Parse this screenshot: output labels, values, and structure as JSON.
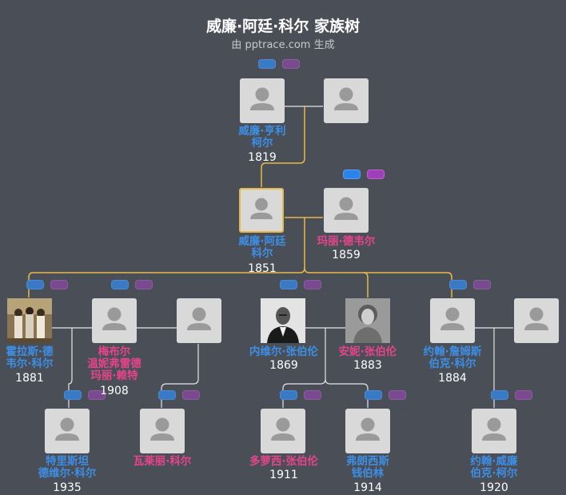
{
  "header": {
    "title": "威廉·阿廷·科尔 家族树",
    "subtitle": "由 pptrace.com 生成"
  },
  "people": {
    "william_henry": {
      "name1": "威廉·亨利",
      "name2": "柯尔",
      "year": "1819"
    },
    "william_atting": {
      "name1": "威廉·阿廷",
      "name2": "科尔",
      "year": "1851"
    },
    "mary_devere": {
      "name1": "玛丽·德韦尔",
      "year": "1859"
    },
    "horace": {
      "name1": "霍拉斯·德",
      "name2": "韦尔·科尔",
      "year": "1881"
    },
    "mabel": {
      "name1": "梅布尔",
      "name2": "温妮弗雷德",
      "name3": "玛丽·赖特",
      "year": "1908"
    },
    "neville": {
      "name1": "内维尔·张伯伦",
      "year": "1869"
    },
    "annie": {
      "name1": "安妮·张伯伦",
      "year": "1883"
    },
    "john_james": {
      "name1": "约翰·詹姆斯",
      "name2": "伯克·科尔",
      "year": "1884"
    },
    "tristan": {
      "name1": "特里斯坦",
      "name2": "德维尔·科尔",
      "year": "1935"
    },
    "valerie": {
      "name1": "瓦莱丽·科尔"
    },
    "dorothy": {
      "name1": "多萝西·张伯伦",
      "year": "1911"
    },
    "francis": {
      "name1": "弗朗西斯",
      "name2": "钱伯林",
      "year": "1914"
    },
    "john_william": {
      "name1": "约翰·威廉",
      "name2": "伯克·柯尔",
      "year": "1920"
    }
  },
  "colors": {
    "background": "#4a4e57",
    "male": "#3d8fe6",
    "female": "#e8448e",
    "focus_line": "#e8b84a",
    "line": "#e6e6e6"
  }
}
